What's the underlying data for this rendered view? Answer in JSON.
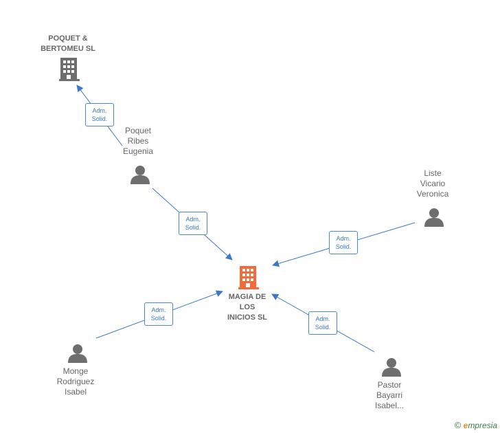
{
  "center": {
    "name_lines": [
      "MAGIA DE",
      "LOS",
      "INICIOS  SL"
    ],
    "icon": "building-icon",
    "color": "#f26b38"
  },
  "companies": [
    {
      "name_lines": [
        "POQUET &",
        "BERTOMEU  SL"
      ],
      "icon": "building-icon",
      "color": "#6e6e6e"
    }
  ],
  "people": [
    {
      "name_lines": [
        "Poquet",
        "Ribes",
        "Eugenia"
      ],
      "icon": "person-icon"
    },
    {
      "name_lines": [
        "Liste",
        "Vicario",
        "Veronica"
      ],
      "icon": "person-icon"
    },
    {
      "name_lines": [
        "Monge",
        "Rodriguez",
        "Isabel"
      ],
      "icon": "person-icon"
    },
    {
      "name_lines": [
        "Pastor",
        "Bayarri",
        "Isabel..."
      ],
      "icon": "person-icon"
    }
  ],
  "edge_label": [
    "Adm.",
    "Solid."
  ],
  "edge_color": "#3b78c7",
  "footer": {
    "copyright": "©",
    "brand_first": "e",
    "brand_rest": "mpresia"
  }
}
